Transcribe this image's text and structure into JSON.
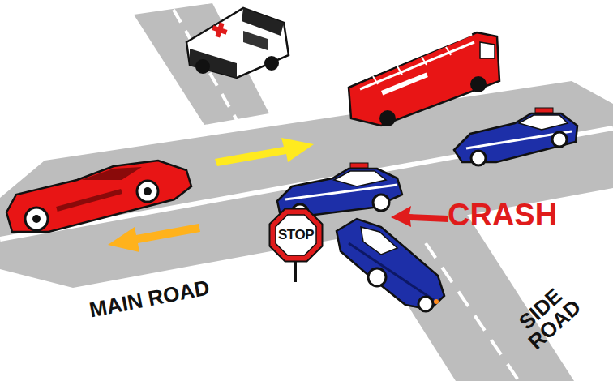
{
  "diagram": {
    "nodes": [
      {
        "text": [
          "STOP"
        ]
      }
    ],
    "labels": [
      "CRASH",
      "MAIN ROAD",
      "SIDE ROAD"
    ]
  }
}
